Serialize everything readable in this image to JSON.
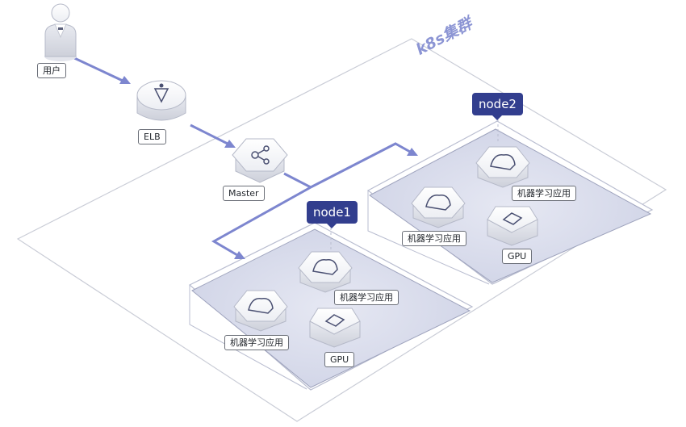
{
  "cluster": {
    "title": "k8s集群"
  },
  "entities": {
    "user": "用户",
    "elb": "ELB",
    "master": "Master"
  },
  "nodes": [
    {
      "tag": "node1",
      "apps": [
        "机器学习应用",
        "机器学习应用"
      ],
      "gpu": "GPU"
    },
    {
      "tag": "node2",
      "apps": [
        "机器学习应用",
        "机器学习应用"
      ],
      "gpu": "GPU"
    }
  ],
  "colors": {
    "arrow": "#7d86cf",
    "tag_bg": "#323e8e",
    "plate_fill": "#dfe2f0",
    "cluster_outline": "#c9ccd6"
  }
}
